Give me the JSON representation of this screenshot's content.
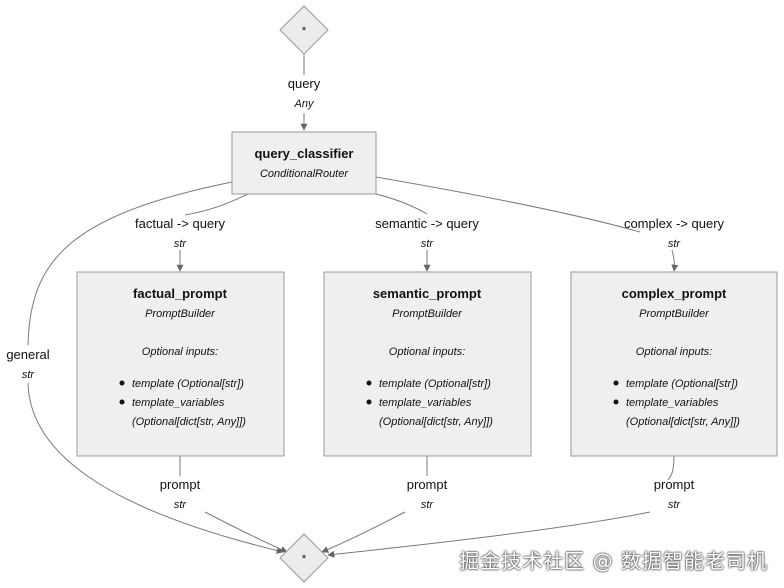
{
  "source_node": {
    "symbol": "*"
  },
  "sink_node": {
    "symbol": "*"
  },
  "input_edge": {
    "label": "query",
    "type": "Any"
  },
  "router": {
    "title": "query_classifier",
    "component": "ConditionalRouter"
  },
  "edges": {
    "factual": {
      "label": "factual -> query",
      "type": "str"
    },
    "semantic": {
      "label": "semantic -> query",
      "type": "str"
    },
    "complex": {
      "label": "complex -> query",
      "type": "str"
    },
    "general": {
      "label": "general",
      "type": "str"
    }
  },
  "prompts": [
    {
      "title": "factual_prompt",
      "component": "PromptBuilder",
      "optional_heading": "Optional inputs:",
      "inputs": [
        "template (Optional[str])",
        "template_variables"
      ],
      "inputs_cont": "(Optional[dict[str, Any]])",
      "out_label": "prompt",
      "out_type": "str"
    },
    {
      "title": "semantic_prompt",
      "component": "PromptBuilder",
      "optional_heading": "Optional inputs:",
      "inputs": [
        "template (Optional[str])",
        "template_variables"
      ],
      "inputs_cont": "(Optional[dict[str, Any]])",
      "out_label": "prompt",
      "out_type": "str"
    },
    {
      "title": "complex_prompt",
      "component": "PromptBuilder",
      "optional_heading": "Optional inputs:",
      "inputs": [
        "template (Optional[str])",
        "template_variables"
      ],
      "inputs_cont": "(Optional[dict[str, Any]])",
      "out_label": "prompt",
      "out_type": "str"
    }
  ],
  "watermark": "掘金技术社区 @ 数据智能老司机"
}
